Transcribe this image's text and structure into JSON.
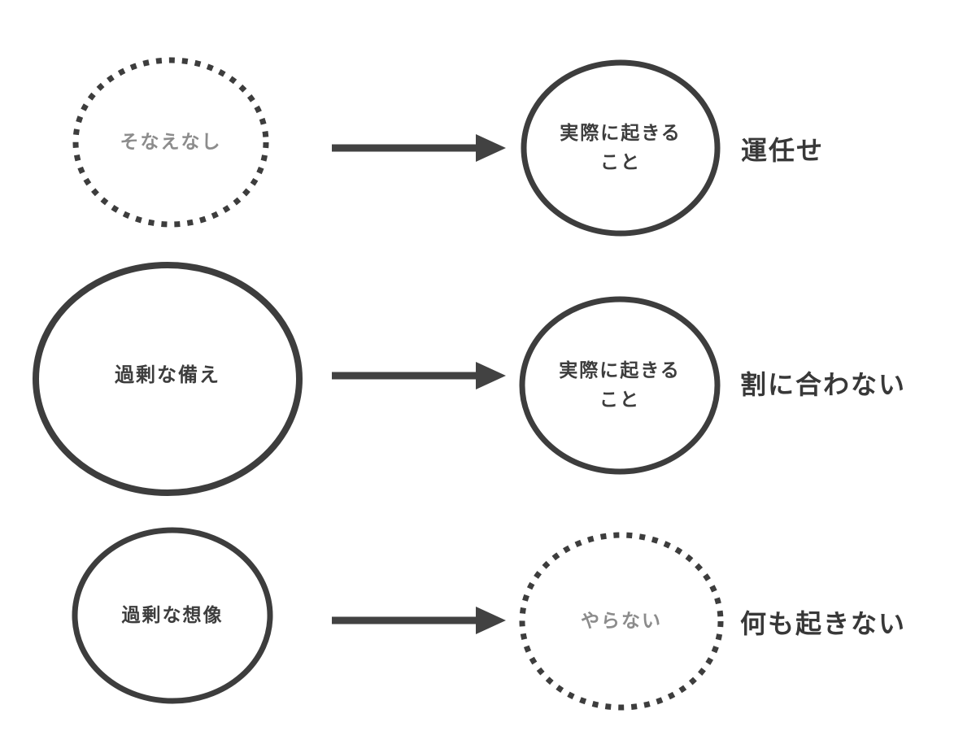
{
  "diagram": {
    "colors": {
      "stroke": "#3d3d3d",
      "arrow": "#424242",
      "dark_text": "#3d3d3d",
      "muted_text": "#8c8c8c",
      "background": "#ffffff"
    },
    "rows": [
      {
        "left": {
          "label": "そなえなし",
          "style": "dotted",
          "emphasis": "muted"
        },
        "right": {
          "label": "実際に起きる\nこと",
          "style": "solid",
          "emphasis": "dark"
        },
        "outcome": "運任せ"
      },
      {
        "left": {
          "label": "過剰な備え",
          "style": "solid",
          "size": "large",
          "emphasis": "dark"
        },
        "right": {
          "label": "実際に起きる\nこと",
          "style": "solid",
          "emphasis": "dark"
        },
        "outcome": "割に合わない"
      },
      {
        "left": {
          "label": "過剰な想像",
          "style": "solid",
          "emphasis": "dark"
        },
        "right": {
          "label": "やらない",
          "style": "dotted",
          "emphasis": "muted"
        },
        "outcome": "何も起きない"
      }
    ]
  }
}
